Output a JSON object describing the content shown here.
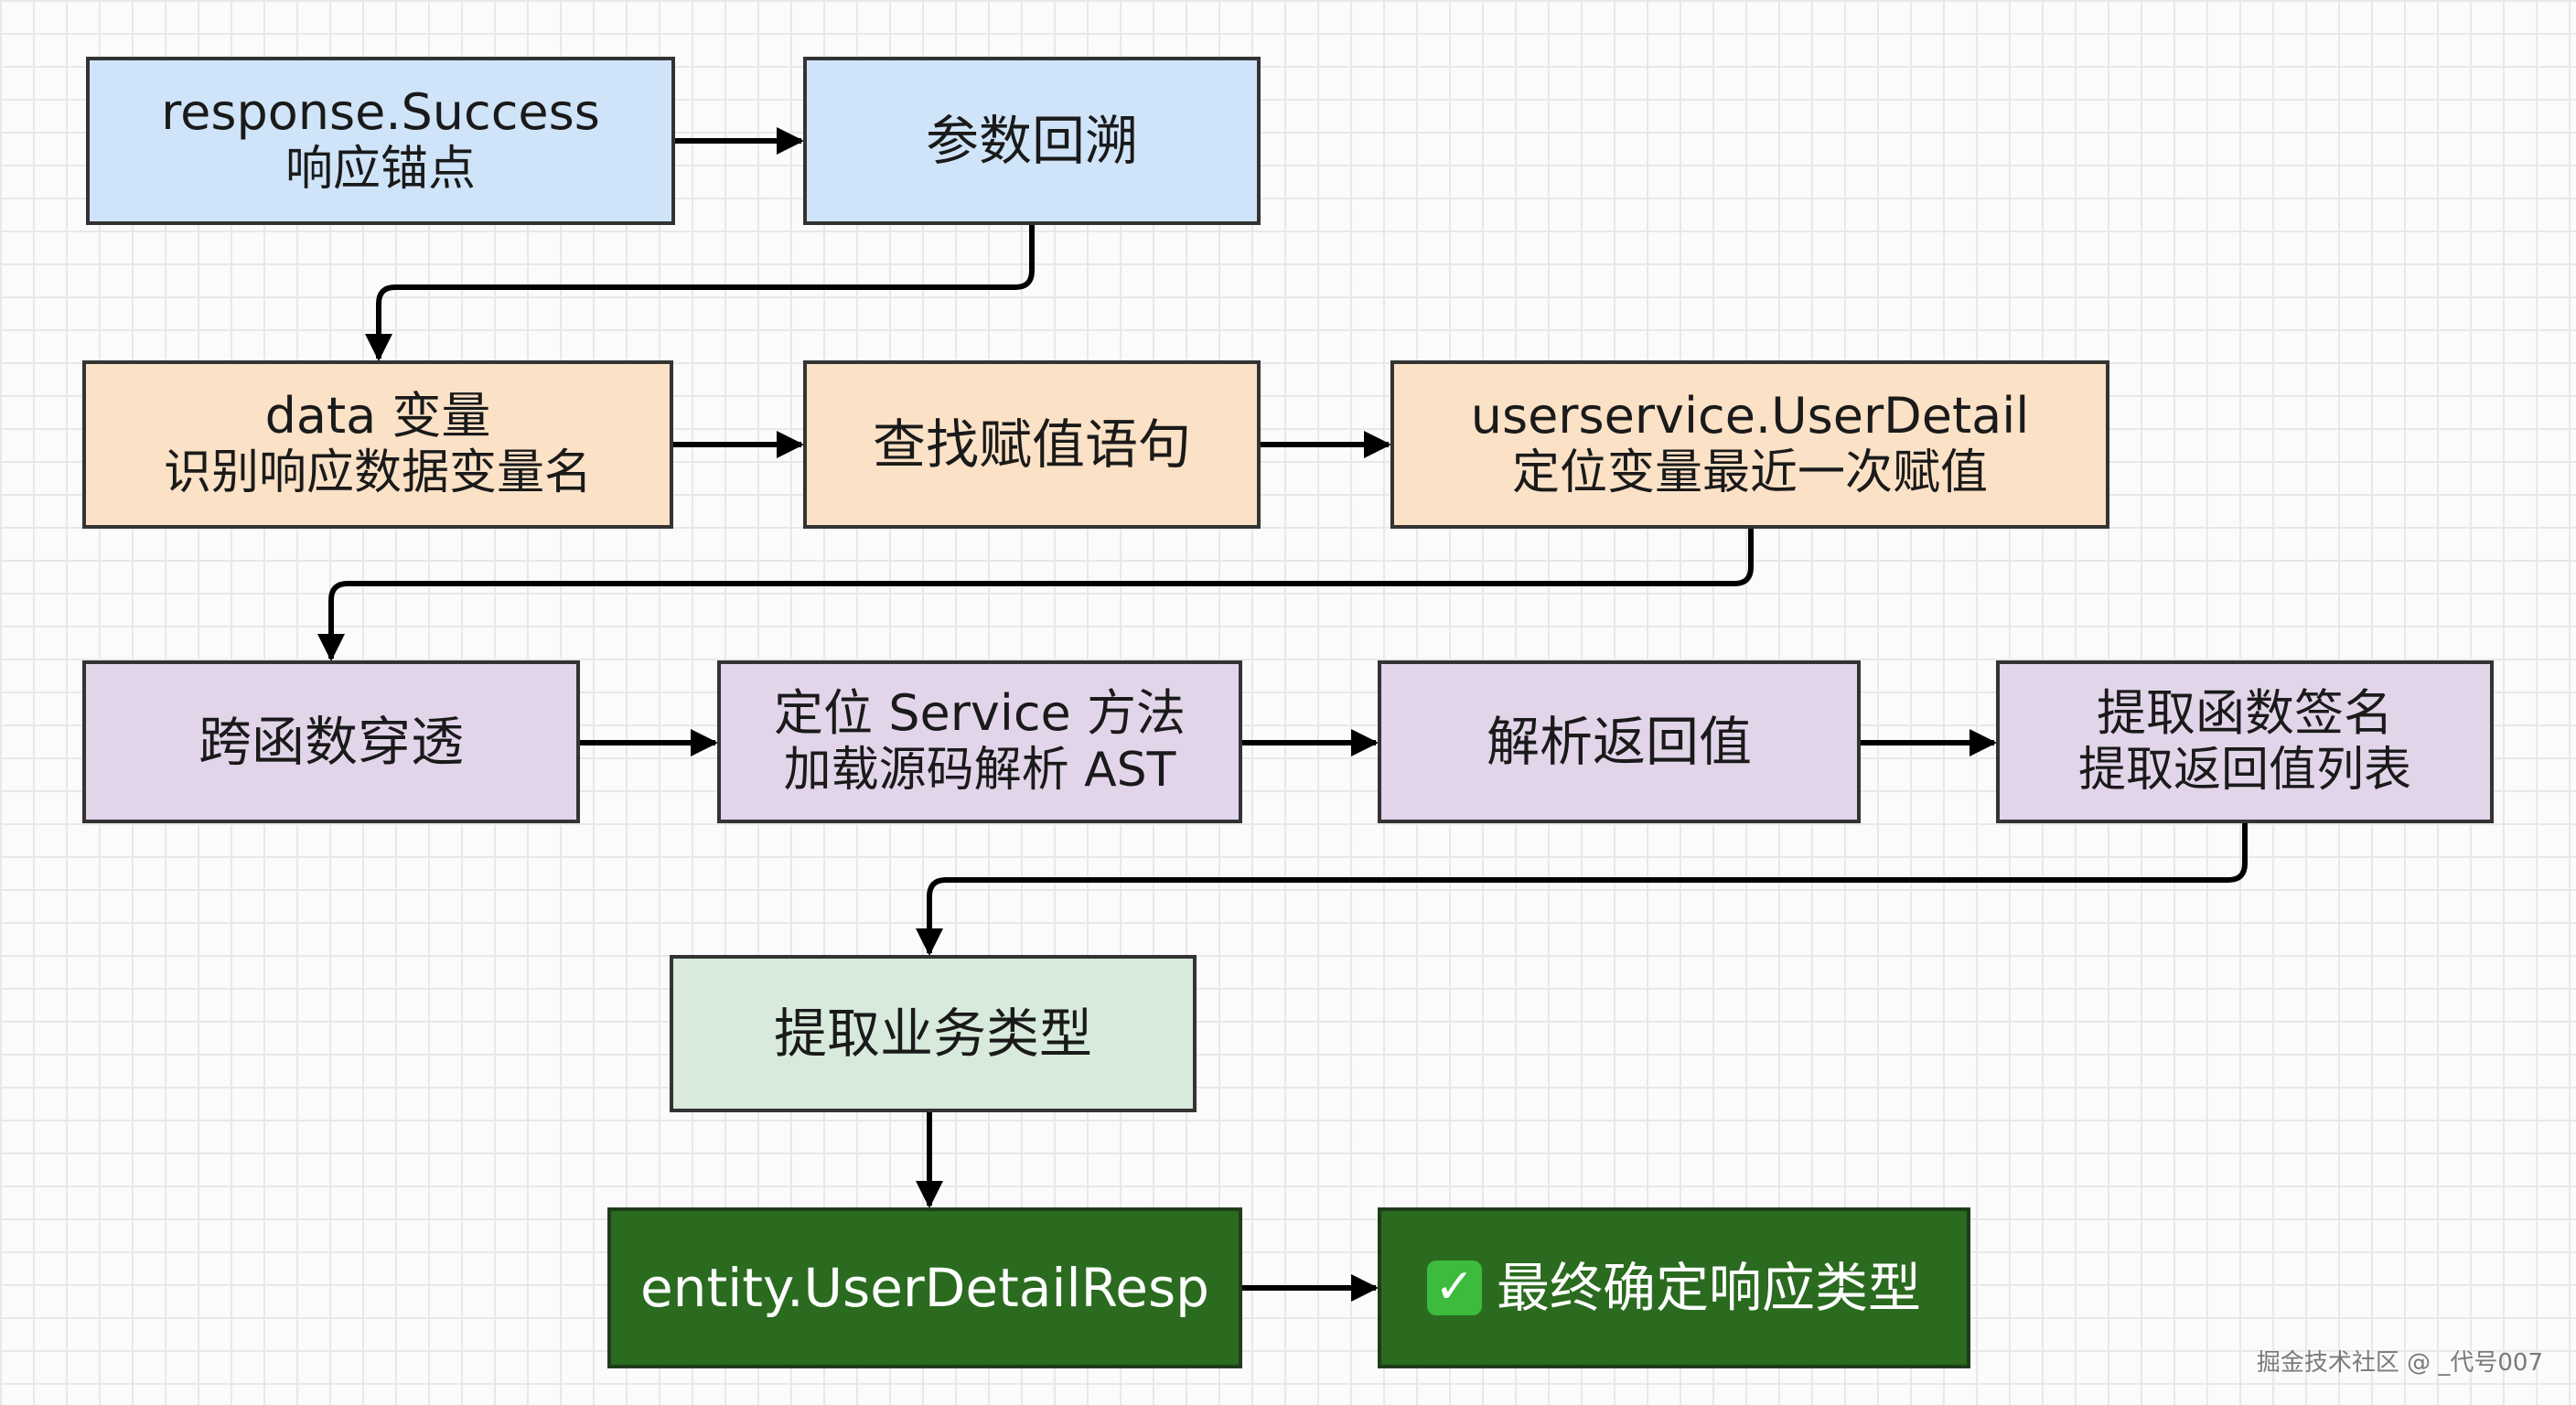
{
  "nodes": {
    "n1": {
      "title": "response.Success",
      "sub": "响应锚点"
    },
    "n2": {
      "title": "参数回溯"
    },
    "n3": {
      "title": "data 变量",
      "sub": "识别响应数据变量名"
    },
    "n4": {
      "title": "查找赋值语句"
    },
    "n5": {
      "title": "userservice.UserDetail",
      "sub": "定位变量最近一次赋值"
    },
    "n6": {
      "title": "跨函数穿透"
    },
    "n7": {
      "title": "定位 Service 方法",
      "sub": "加载源码解析 AST"
    },
    "n8": {
      "title": "解析返回值"
    },
    "n9": {
      "title": "提取函数签名",
      "sub": "提取返回值列表"
    },
    "n10": {
      "title": "提取业务类型"
    },
    "n11": {
      "title": "entity.UserDetailResp"
    },
    "n12": {
      "title": "最终确定响应类型",
      "icon": "check-mark-icon"
    }
  },
  "colors": {
    "blue": "#cfe4f8",
    "orange": "#fbe1c6",
    "purple": "#e2d5ea",
    "light_green": "#d7eadb",
    "dark_green": "#2a6b1f",
    "edge": "#000000"
  },
  "watermark": "掘金技术社区 @ _代号007"
}
